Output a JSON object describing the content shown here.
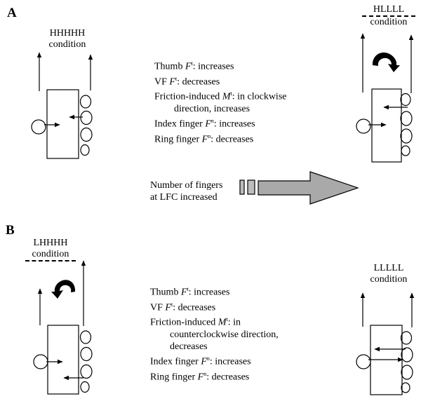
{
  "panels": {
    "a": {
      "letter": "A",
      "left_condition": [
        "HHHHH",
        "condition"
      ],
      "right_condition": [
        "HLLLL",
        "condition"
      ],
      "effects": [
        {
          "name": "Thumb ",
          "sym": "F",
          "sup": "t",
          "rest": ": increases"
        },
        {
          "name": "VF ",
          "sym": "F",
          "sup": "t",
          "rest": ": decreases"
        },
        {
          "name": "Friction-induced ",
          "sym": "M",
          "sup": "t",
          "rest": ": in clockwise"
        },
        {
          "cont": "direction, increases"
        },
        {
          "name": "Index finger ",
          "sym": "F",
          "sup": "n",
          "rest": ": increases"
        },
        {
          "name": "Ring finger ",
          "sym": "F",
          "sup": "n",
          "rest": ": decreases"
        }
      ],
      "progression": [
        "Number of fingers",
        "at LFC increased"
      ]
    },
    "b": {
      "letter": "B",
      "left_condition": [
        "LHHHH",
        "condition"
      ],
      "right_condition": [
        "LLLLL",
        "condition"
      ],
      "effects": [
        {
          "name": "Thumb ",
          "sym": "F",
          "sup": "t",
          "rest": ": increases"
        },
        {
          "name": "VF ",
          "sym": "F",
          "sup": "t",
          "rest": ": decreases"
        },
        {
          "name": "Friction-induced ",
          "sym": "M",
          "sup": "t",
          "rest": ": in"
        },
        {
          "cont": "counterclockwise direction,"
        },
        {
          "cont": "decreases"
        },
        {
          "name": "Index finger ",
          "sym": "F",
          "sup": "n",
          "rest": ": increases"
        },
        {
          "name": "Ring finger ",
          "sym": "F",
          "sup": "n",
          "rest": ": decreases"
        }
      ]
    }
  }
}
